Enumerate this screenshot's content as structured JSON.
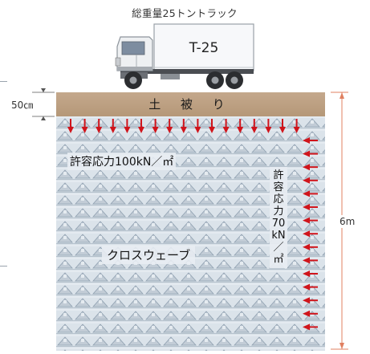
{
  "truck": {
    "title": "総重量25トントラック",
    "plate": "T-25"
  },
  "soil_cover": {
    "label": "土 被 り",
    "thickness_label": "50㎝"
  },
  "block": {
    "name": "クロスウェーブ",
    "horizontal_stress_label": "許容応力100kN／㎡",
    "vertical_stress_label": [
      "許",
      "容",
      "応",
      "力",
      "70",
      "kN",
      "／",
      "㎡"
    ]
  },
  "dimension": {
    "height_label": "6m"
  },
  "colors": {
    "soil": "#b89c7e",
    "block_face": "#d9e1e8",
    "arrow": "#d0141b",
    "dimension_line": "#e08060"
  }
}
